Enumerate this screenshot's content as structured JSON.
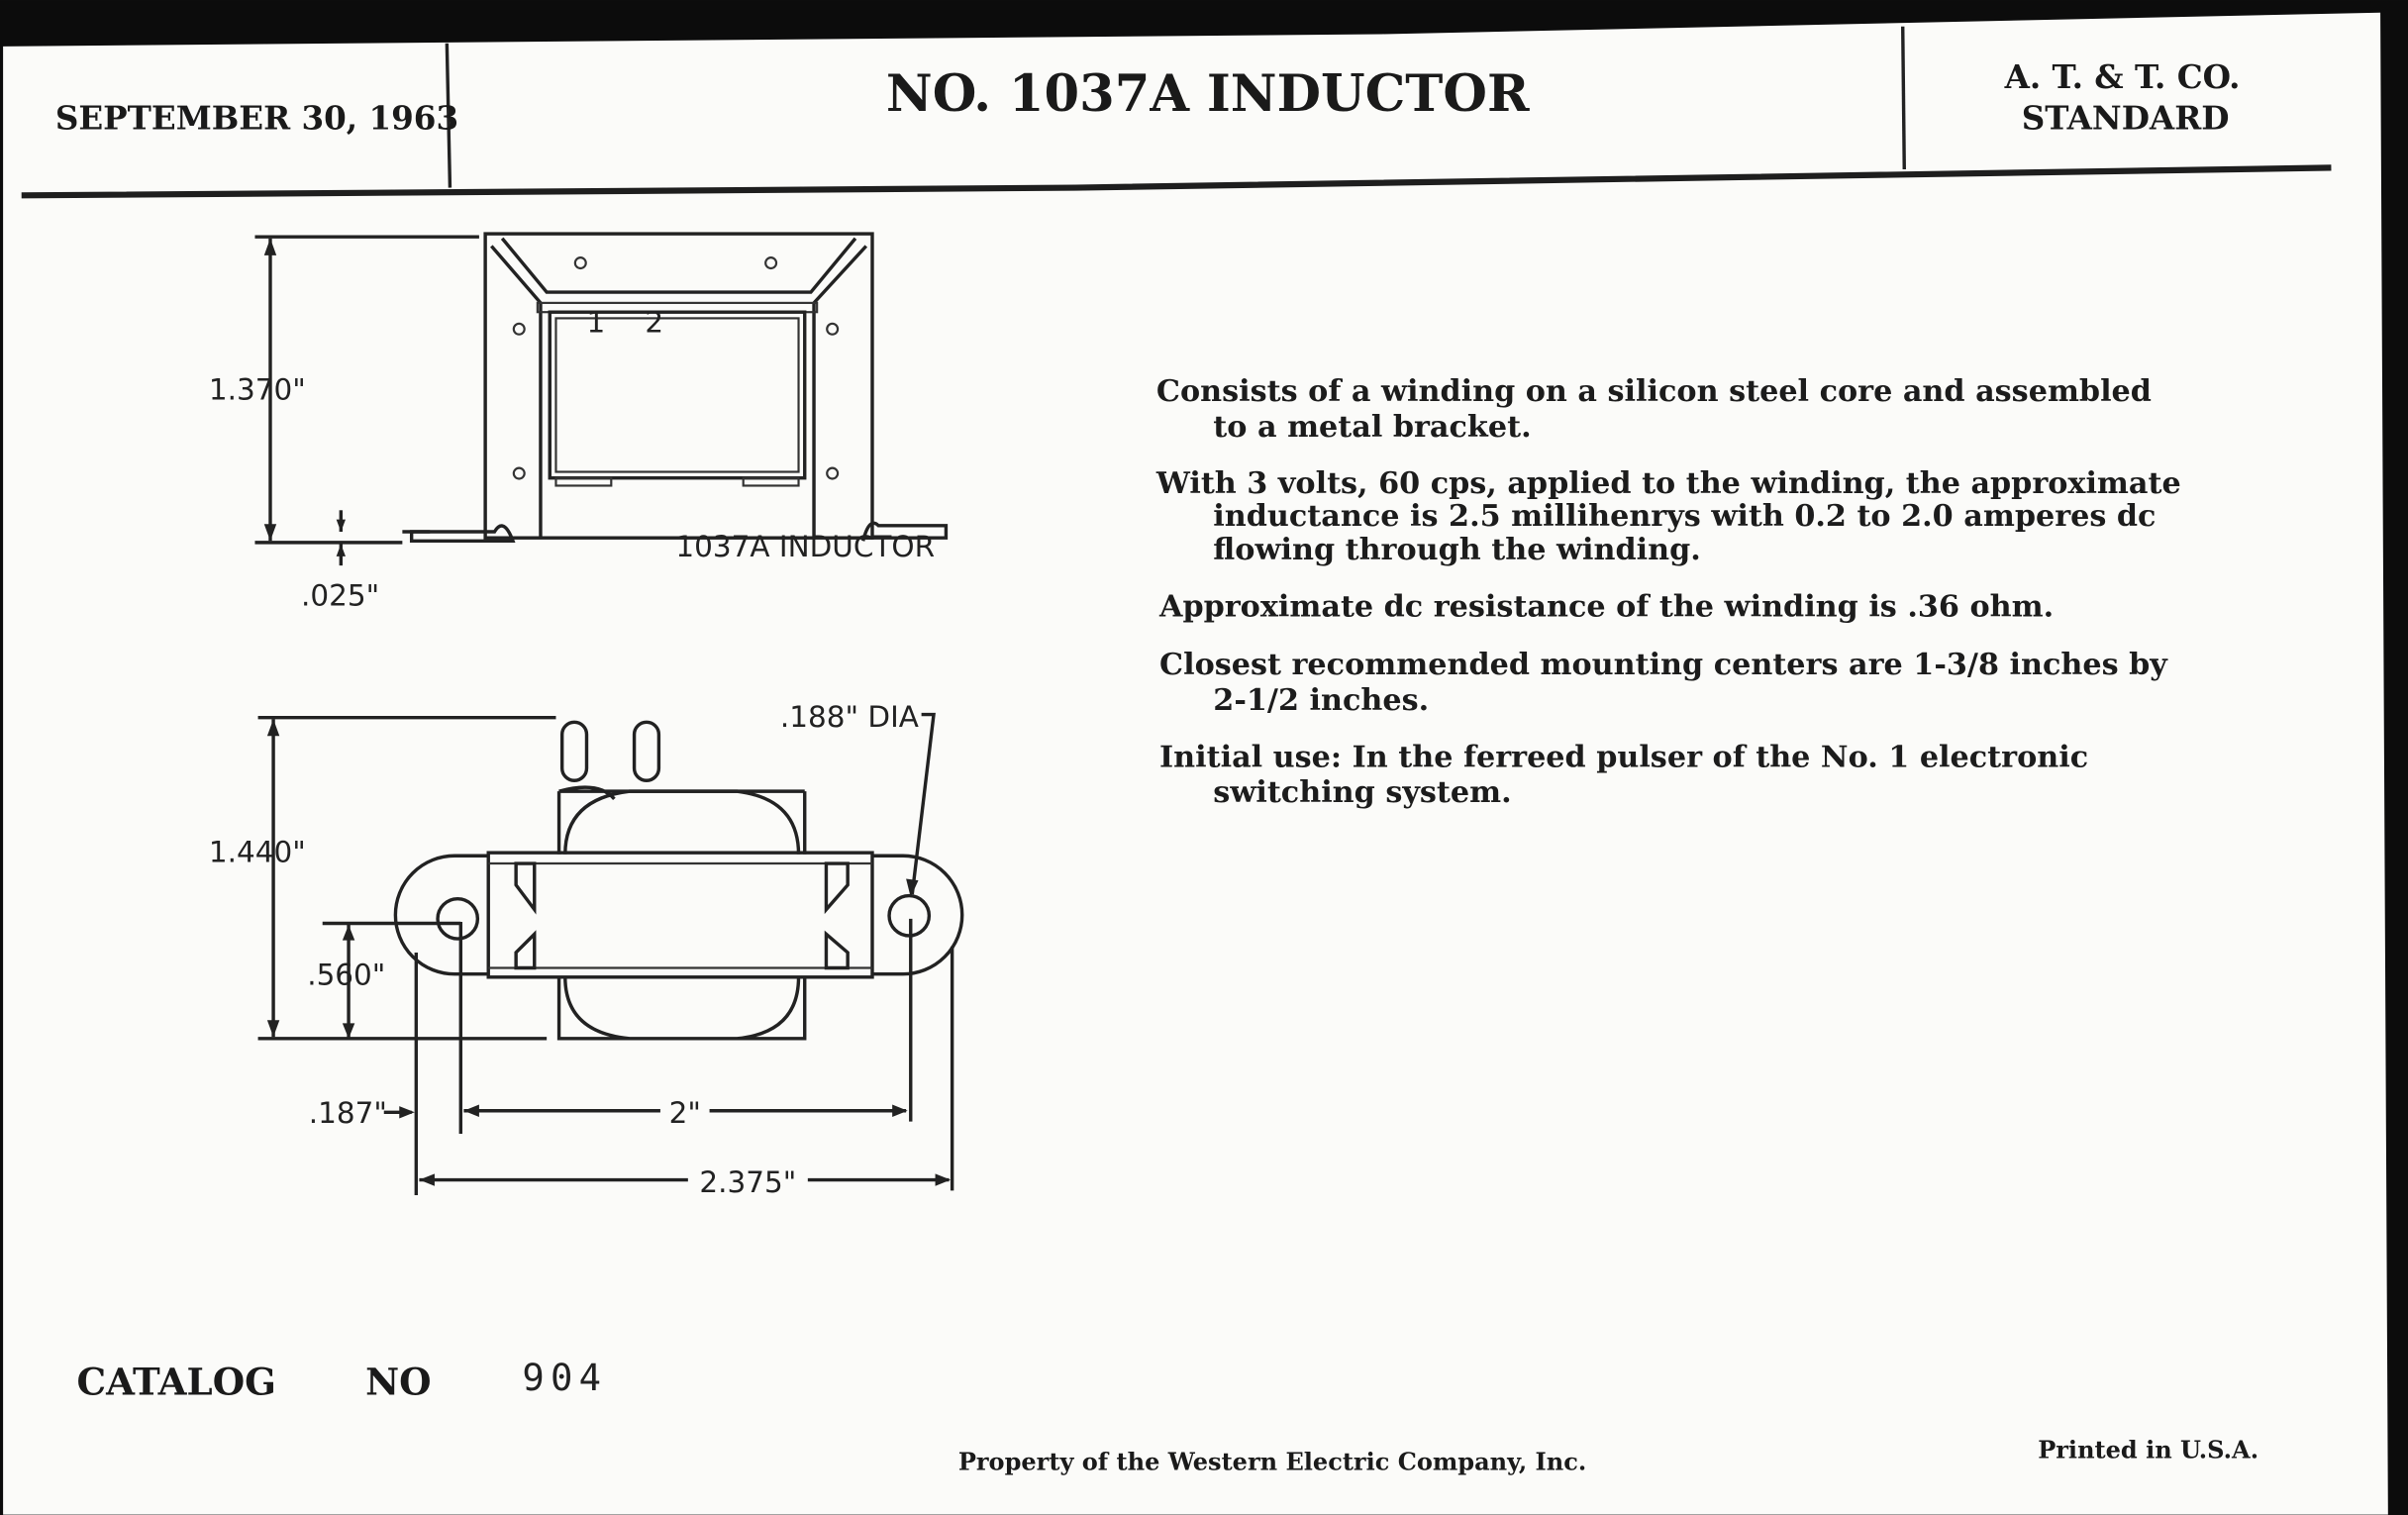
{
  "header": {
    "date": "SEPTEMBER 30, 1963",
    "title": "NO. 1037A INDUCTOR",
    "standard_line1": "A. T. & T. CO.",
    "standard_line2": "STANDARD"
  },
  "drawing_top": {
    "height_dim": "1.370\"",
    "gap_dim": ".025\"",
    "terminal_1": "1",
    "terminal_2": "2",
    "part_marking": "1037A INDUCTOR"
  },
  "drawing_bottom": {
    "height_dim": "1.440\"",
    "hole_height_dim": ".560\"",
    "hole_dia": ".188\" DIA",
    "edge_dim": ".187\"",
    "centers_dim": "2\"",
    "overall_dim": "2.375\""
  },
  "description": [
    [
      "Consists of a winding on a silicon steel core and assembled",
      "to a metal bracket."
    ],
    [
      "With 3 volts, 60 cps, applied to the winding, the approximate",
      "inductance is 2.5 millihenrys with 0.2 to 2.0 amperes dc",
      "flowing through the winding."
    ],
    [
      "Approximate dc resistance of the winding is .36 ohm."
    ],
    [
      "Closest recommended mounting centers are 1-3/8 inches by",
      "2-1/2 inches."
    ],
    [
      "Initial use:  In the ferreed pulser of the No. 1 electronic",
      "switching system."
    ]
  ],
  "footer": {
    "catalog_label": "CATALOG",
    "no_label": "NO",
    "catalog_number": "904",
    "property": "Property of the Western Electric Company, Inc.",
    "printed": "Printed in U.S.A."
  }
}
